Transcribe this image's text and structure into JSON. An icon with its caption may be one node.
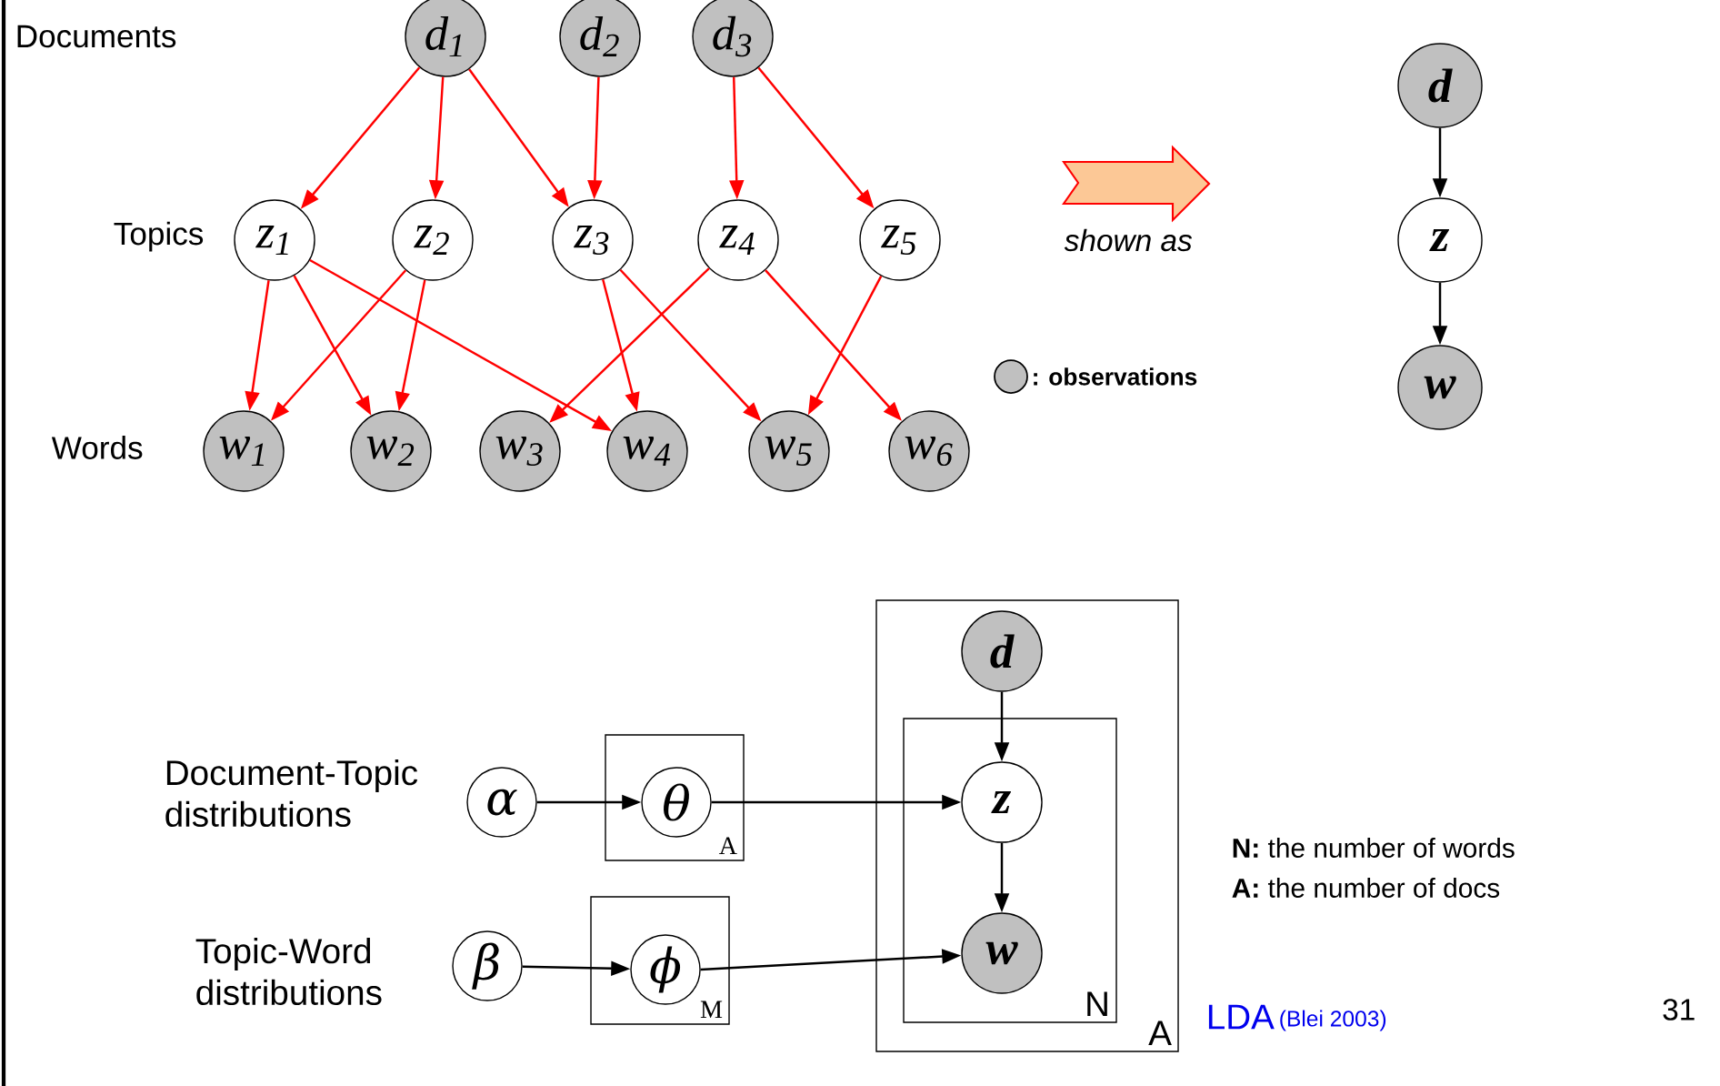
{
  "diagram": {
    "nodes": [
      {
        "text": [
          "d$_{1}$"
        ]
      },
      {
        "text": [
          "d$_{2}$"
        ]
      },
      {
        "text": [
          "d$_{3}$"
        ]
      },
      {
        "text": [
          "z$_{1}$"
        ]
      },
      {
        "text": [
          "z$_{2}$"
        ]
      },
      {
        "text": [
          "z$_{3}$"
        ]
      },
      {
        "text": [
          "z$_{4}$"
        ]
      },
      {
        "text": [
          "z$_{5}$"
        ]
      },
      {
        "text": [
          "w$_{1}$"
        ]
      },
      {
        "text": [
          "w$_{2}$"
        ]
      },
      {
        "text": [
          "w$_{3}$"
        ]
      },
      {
        "text": [
          "w$_{4}$"
        ]
      },
      {
        "text": [
          "w$_{5}$"
        ]
      },
      {
        "text": [
          "w$_{6}$"
        ]
      },
      {
        "text": [
          "d"
        ]
      },
      {
        "text": [
          "z"
        ]
      },
      {
        "text": [
          "w"
        ]
      },
      {
        "text": [
          "α"
        ]
      },
      {
        "text": [
          "A"
        ]
      },
      {
        "text": [
          "θ"
        ],
        "in": 18
      },
      {
        "text": [
          "β"
        ]
      },
      {
        "text": [
          "M"
        ]
      },
      {
        "text": [
          "ϕ"
        ],
        "in": 21
      },
      {
        "text": [
          "A"
        ]
      },
      {
        "text": [
          "d"
        ],
        "in": 23
      },
      {
        "text": [
          "N"
        ],
        "in": 23
      },
      {
        "text": [
          "z"
        ],
        "in": 25
      },
      {
        "text": [
          "w"
        ],
        "in": 25
      }
    ],
    "edges": [
      {
        "from": 0,
        "to": 3,
        "arrow": "to"
      },
      {
        "from": 0,
        "to": 4,
        "arrow": "to"
      },
      {
        "from": 0,
        "to": 5,
        "arrow": "to"
      },
      {
        "from": 1,
        "to": 5,
        "arrow": "to"
      },
      {
        "from": 2,
        "to": 6,
        "arrow": "to"
      },
      {
        "from": 2,
        "to": 7,
        "arrow": "to"
      },
      {
        "from": 3,
        "to": 8,
        "arrow": "to"
      },
      {
        "from": 3,
        "to": 9,
        "arrow": "to"
      },
      {
        "from": 3,
        "to": 11,
        "arrow": "to"
      },
      {
        "from": 4,
        "to": 8,
        "arrow": "to"
      },
      {
        "from": 4,
        "to": 9,
        "arrow": "to"
      },
      {
        "from": 5,
        "to": 11,
        "arrow": "to"
      },
      {
        "from": 5,
        "to": 12,
        "arrow": "to"
      },
      {
        "from": 6,
        "to": 10,
        "arrow": "to"
      },
      {
        "from": 6,
        "to": 13,
        "arrow": "to"
      },
      {
        "from": 7,
        "to": 12,
        "arrow": "to"
      },
      {
        "from": 14,
        "to": 15,
        "arrow": "to",
        "color": "#000000"
      },
      {
        "from": 15,
        "to": 16,
        "arrow": "to",
        "color": "#000000"
      },
      {
        "from": 17,
        "to": 19,
        "arrow": "to",
        "color": "#000000"
      },
      {
        "from": 19,
        "to": 26,
        "arrow": "to",
        "color": "#000000"
      },
      {
        "from": 20,
        "to": 22,
        "arrow": "to",
        "color": "#000000"
      },
      {
        "from": 22,
        "to": 27,
        "arrow": "to",
        "color": "#000000"
      },
      {
        "from": 24,
        "to": 26,
        "arrow": "to",
        "color": "#000000"
      },
      {
        "from": 26,
        "to": 27,
        "arrow": "to",
        "color": "#000000"
      }
    ],
    "labels": [
      "Documents",
      "Topics",
      "Words",
      "shown as",
      "Document-Topic distributions",
      "Topic-Word distributions",
      "**N:** the number of words",
      "**A:** the number of docs",
      "LDA",
      "(Blei 2003)",
      "31"
    ],
    "legend": [
      {
        "text": ": observations",
        "color": "#c0c0c0"
      }
    ]
  }
}
